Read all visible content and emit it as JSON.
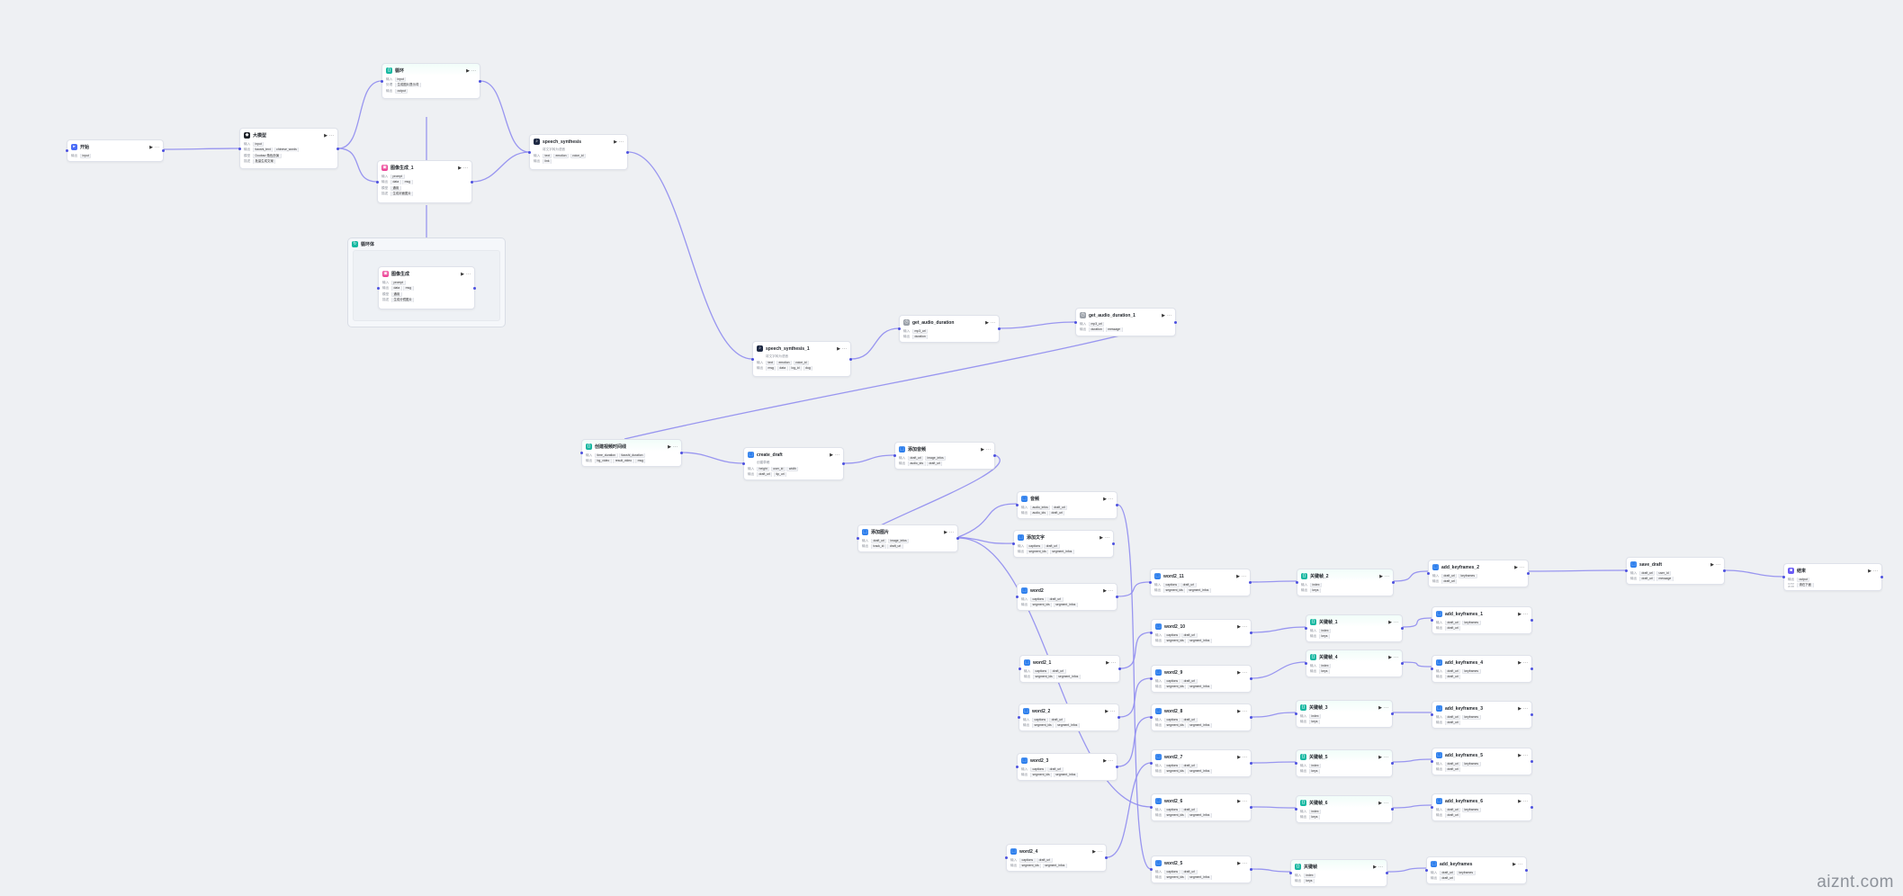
{
  "colors": {
    "edge": "#8f8cf0",
    "port": "#4e52e0",
    "canvas": "#eef0f3"
  },
  "icons": {
    "start": "start-flag-icon",
    "llm": "llm-model-icon",
    "code": "code-icon",
    "image": "image-generation-icon",
    "tts": "speech-synthesis-icon",
    "audio": "audio-duration-icon",
    "plugin": "plugin-icon",
    "loop": "loop-icon",
    "end": "end-flag-icon"
  },
  "watermark": "aiznt.com",
  "group": {
    "title": "循环体"
  },
  "nodes": [
    {
      "title": "开始",
      "icon": "start",
      "rows": [
        [
          "输出",
          [
            "input"
          ]
        ]
      ]
    },
    {
      "title": "大模型",
      "icon": "llm",
      "rows": [
        [
          "输入",
          [
            "input"
          ]
        ],
        [
          "输出",
          [
            "tiaoshi_text"
          ],
          [
            "chinese_words"
          ]
        ],
        [
          "模型",
          [
            "Doubao·角色扮演"
          ]
        ],
        [
          "描述",
          [
            "批量生成文案"
          ]
        ]
      ]
    },
    {
      "title": "循环",
      "icon": "code",
      "hl": true,
      "rows": [
        [
          "输入",
          [
            "input"
          ]
        ],
        [
          "处理",
          [
            "生成图片提示词"
          ]
        ],
        [
          "输出",
          [
            "output"
          ]
        ]
      ]
    },
    {
      "title": "图像生成_1",
      "icon": "image",
      "rows": [
        [
          "输入",
          [
            "prompt"
          ]
        ],
        [
          "输出",
          [
            "data",
            "msg"
          ]
        ],
        [
          "模型",
          [
            "通用"
          ]
        ],
        [
          "描述",
          [
            "生成封面图片"
          ]
        ]
      ]
    },
    {
      "title": "图像生成",
      "icon": "image",
      "rows": [
        [
          "输入",
          [
            "prompt"
          ]
        ],
        [
          "输出",
          [
            "data",
            "msg"
          ]
        ],
        [
          "模型",
          [
            "通用"
          ]
        ],
        [
          "描述",
          [
            "生成分镜图片"
          ]
        ]
      ]
    },
    {
      "title": "speech_synthesis",
      "icon": "tts",
      "desc": "将文字转为语音",
      "rows": [
        [
          "输入",
          [
            "text",
            "emotion",
            "voice_id"
          ]
        ],
        [
          "输出",
          [
            "link"
          ]
        ]
      ]
    },
    {
      "title": "speech_synthesis_1",
      "icon": "tts",
      "desc": "将文字转为语音",
      "rows": [
        [
          "输入",
          [
            "text",
            "emotion",
            "voice_id"
          ]
        ],
        [
          "输出",
          [
            "msg",
            "data",
            "log_id",
            "dug"
          ]
        ]
      ]
    },
    {
      "title": "get_audio_duration",
      "icon": "audio",
      "rows": [
        [
          "输入",
          [
            "mp3_url"
          ]
        ],
        [
          "输出",
          [
            "duration"
          ]
        ]
      ]
    },
    {
      "title": "get_audio_duration_1",
      "icon": "audio",
      "rows": [
        [
          "输入",
          [
            "mp3_url"
          ]
        ],
        [
          "输出",
          [
            "duration",
            "message"
          ]
        ]
      ]
    },
    {
      "title": "创建视频时间线",
      "icon": "code",
      "hl": true,
      "rows": [
        [
          "输入",
          [
            "time_duration",
            "tiaoshi_duration"
          ]
        ],
        [
          "输出",
          [
            "bg_video",
            "result_video",
            "msg"
          ]
        ]
      ]
    },
    {
      "title": "create_draft",
      "icon": "plugin",
      "desc": "创建草稿",
      "rows": [
        [
          "输入",
          [
            "height",
            "user_id",
            "width"
          ]
        ],
        [
          "输出",
          [
            "draft_url",
            "tip_url"
          ]
        ]
      ]
    },
    {
      "title": "添加音频",
      "icon": "plugin",
      "rows": [
        [
          "输入",
          [
            "draft_url",
            "image_infos"
          ]
        ],
        [
          "输出",
          [
            "audio_ids",
            "draft_url"
          ]
        ]
      ]
    },
    {
      "title": "添加图片",
      "icon": "plugin",
      "rows": [
        [
          "输入",
          [
            "draft_url",
            "image_infos"
          ]
        ],
        [
          "输出",
          [
            "track_id",
            "draft_url"
          ]
        ]
      ]
    },
    {
      "title": "音频",
      "icon": "plugin",
      "rows": [
        [
          "输入",
          [
            "audio_infos",
            "draft_url"
          ]
        ],
        [
          "输出",
          [
            "audio_ids",
            "draft_url"
          ]
        ]
      ]
    },
    {
      "title": "添加文字",
      "icon": "plugin",
      "rows": [
        [
          "输入",
          [
            "captions",
            "draft_url"
          ]
        ],
        [
          "输出",
          [
            "segment_ids",
            "segment_infos"
          ]
        ]
      ]
    },
    {
      "title": "word2",
      "icon": "plugin",
      "rows": [
        [
          "输入",
          [
            "captions",
            "draft_url"
          ]
        ],
        [
          "输出",
          [
            "segment_ids",
            "segment_infos"
          ]
        ]
      ]
    },
    {
      "title": "word2_1",
      "icon": "plugin",
      "rows": [
        [
          "输入",
          [
            "captions",
            "draft_url"
          ]
        ],
        [
          "输出",
          [
            "segment_ids",
            "segment_infos"
          ]
        ]
      ]
    },
    {
      "title": "word2_2",
      "icon": "plugin",
      "rows": [
        [
          "输入",
          [
            "captions",
            "draft_url"
          ]
        ],
        [
          "输出",
          [
            "segment_ids",
            "segment_infos"
          ]
        ]
      ]
    },
    {
      "title": "word2_3",
      "icon": "plugin",
      "rows": [
        [
          "输入",
          [
            "captions",
            "draft_url"
          ]
        ],
        [
          "输出",
          [
            "segment_ids",
            "segment_infos"
          ]
        ]
      ]
    },
    {
      "title": "word2_4",
      "icon": "plugin",
      "rows": [
        [
          "输入",
          [
            "captions",
            "draft_url"
          ]
        ],
        [
          "输出",
          [
            "segment_ids",
            "segment_infos"
          ]
        ]
      ]
    },
    {
      "title": "word2_11",
      "icon": "plugin",
      "rows": [
        [
          "输入",
          [
            "captions",
            "draft_url"
          ]
        ],
        [
          "输出",
          [
            "segment_ids",
            "segment_infos"
          ]
        ]
      ]
    },
    {
      "title": "word2_10",
      "icon": "plugin",
      "rows": [
        [
          "输入",
          [
            "captions",
            "draft_url"
          ]
        ],
        [
          "输出",
          [
            "segment_ids",
            "segment_infos"
          ]
        ]
      ]
    },
    {
      "title": "word2_9",
      "icon": "plugin",
      "rows": [
        [
          "输入",
          [
            "captions",
            "draft_url"
          ]
        ],
        [
          "输出",
          [
            "segment_ids",
            "segment_infos"
          ]
        ]
      ]
    },
    {
      "title": "word2_8",
      "icon": "plugin",
      "rows": [
        [
          "输入",
          [
            "captions",
            "draft_url"
          ]
        ],
        [
          "输出",
          [
            "segment_ids",
            "segment_infos"
          ]
        ]
      ]
    },
    {
      "title": "word2_7",
      "icon": "plugin",
      "rows": [
        [
          "输入",
          [
            "captions",
            "draft_url"
          ]
        ],
        [
          "输出",
          [
            "segment_ids",
            "segment_infos"
          ]
        ]
      ]
    },
    {
      "title": "word2_6",
      "icon": "plugin",
      "rows": [
        [
          "输入",
          [
            "captions",
            "draft_url"
          ]
        ],
        [
          "输出",
          [
            "segment_ids",
            "segment_infos"
          ]
        ]
      ]
    },
    {
      "title": "word2_5",
      "icon": "plugin",
      "rows": [
        [
          "输入",
          [
            "captions",
            "draft_url"
          ]
        ],
        [
          "输出",
          [
            "segment_ids",
            "segment_infos"
          ]
        ]
      ]
    },
    {
      "title": "关键帧_2",
      "icon": "code",
      "hl": true,
      "rows": [
        [
          "输入",
          [
            "index"
          ]
        ],
        [
          "输出",
          [
            "keys"
          ]
        ]
      ]
    },
    {
      "title": "关键帧_1",
      "icon": "code",
      "hl": true,
      "rows": [
        [
          "输入",
          [
            "index"
          ]
        ],
        [
          "输出",
          [
            "keys"
          ]
        ]
      ]
    },
    {
      "title": "关键帧_4",
      "icon": "code",
      "hl": true,
      "rows": [
        [
          "输入",
          [
            "index"
          ]
        ],
        [
          "输出",
          [
            "keys"
          ]
        ]
      ]
    },
    {
      "title": "关键帧_3",
      "icon": "code",
      "hl": true,
      "rows": [
        [
          "输入",
          [
            "index"
          ]
        ],
        [
          "输出",
          [
            "keys"
          ]
        ]
      ]
    },
    {
      "title": "关键帧_5",
      "icon": "code",
      "hl": true,
      "rows": [
        [
          "输入",
          [
            "index"
          ]
        ],
        [
          "输出",
          [
            "keys"
          ]
        ]
      ]
    },
    {
      "title": "关键帧_6",
      "icon": "code",
      "hl": true,
      "rows": [
        [
          "输入",
          [
            "index"
          ]
        ],
        [
          "输出",
          [
            "keys"
          ]
        ]
      ]
    },
    {
      "title": "关键帧",
      "icon": "code",
      "hl": true,
      "rows": [
        [
          "输入",
          [
            "index"
          ]
        ],
        [
          "输出",
          [
            "keys"
          ]
        ]
      ]
    },
    {
      "title": "add_keyframes_2",
      "icon": "plugin",
      "rows": [
        [
          "输入",
          [
            "draft_url",
            "keyframes"
          ]
        ],
        [
          "输出",
          [
            "draft_url"
          ]
        ]
      ]
    },
    {
      "title": "add_keyframes_1",
      "icon": "plugin",
      "rows": [
        [
          "输入",
          [
            "draft_url",
            "keyframes"
          ]
        ],
        [
          "输出",
          [
            "draft_url"
          ]
        ]
      ]
    },
    {
      "title": "add_keyframes_4",
      "icon": "plugin",
      "rows": [
        [
          "输入",
          [
            "draft_url",
            "keyframes"
          ]
        ],
        [
          "输出",
          [
            "draft_url"
          ]
        ]
      ]
    },
    {
      "title": "add_keyframes_3",
      "icon": "plugin",
      "rows": [
        [
          "输入",
          [
            "draft_url",
            "keyframes"
          ]
        ],
        [
          "输出",
          [
            "draft_url"
          ]
        ]
      ]
    },
    {
      "title": "add_keyframes_5",
      "icon": "plugin",
      "rows": [
        [
          "输入",
          [
            "draft_url",
            "keyframes"
          ]
        ],
        [
          "输出",
          [
            "draft_url"
          ]
        ]
      ]
    },
    {
      "title": "add_keyframes_6",
      "icon": "plugin",
      "rows": [
        [
          "输入",
          [
            "draft_url",
            "keyframes"
          ]
        ],
        [
          "输出",
          [
            "draft_url"
          ]
        ]
      ]
    },
    {
      "title": "add_keyframes",
      "icon": "plugin",
      "rows": [
        [
          "输入",
          [
            "draft_url",
            "keyframes"
          ]
        ],
        [
          "输出",
          [
            "draft_url"
          ]
        ]
      ]
    },
    {
      "title": "save_draft",
      "icon": "plugin",
      "rows": [
        [
          "输入",
          [
            "draft_url",
            "user_id"
          ]
        ],
        [
          "输出",
          [
            "draft_url",
            "message"
          ]
        ]
      ]
    },
    {
      "title": "结束",
      "icon": "end",
      "rows": [
        [
          "输出",
          [
            "output"
          ]
        ],
        [
          "回答内容",
          [
            "请在下面"
          ]
        ]
      ]
    }
  ]
}
